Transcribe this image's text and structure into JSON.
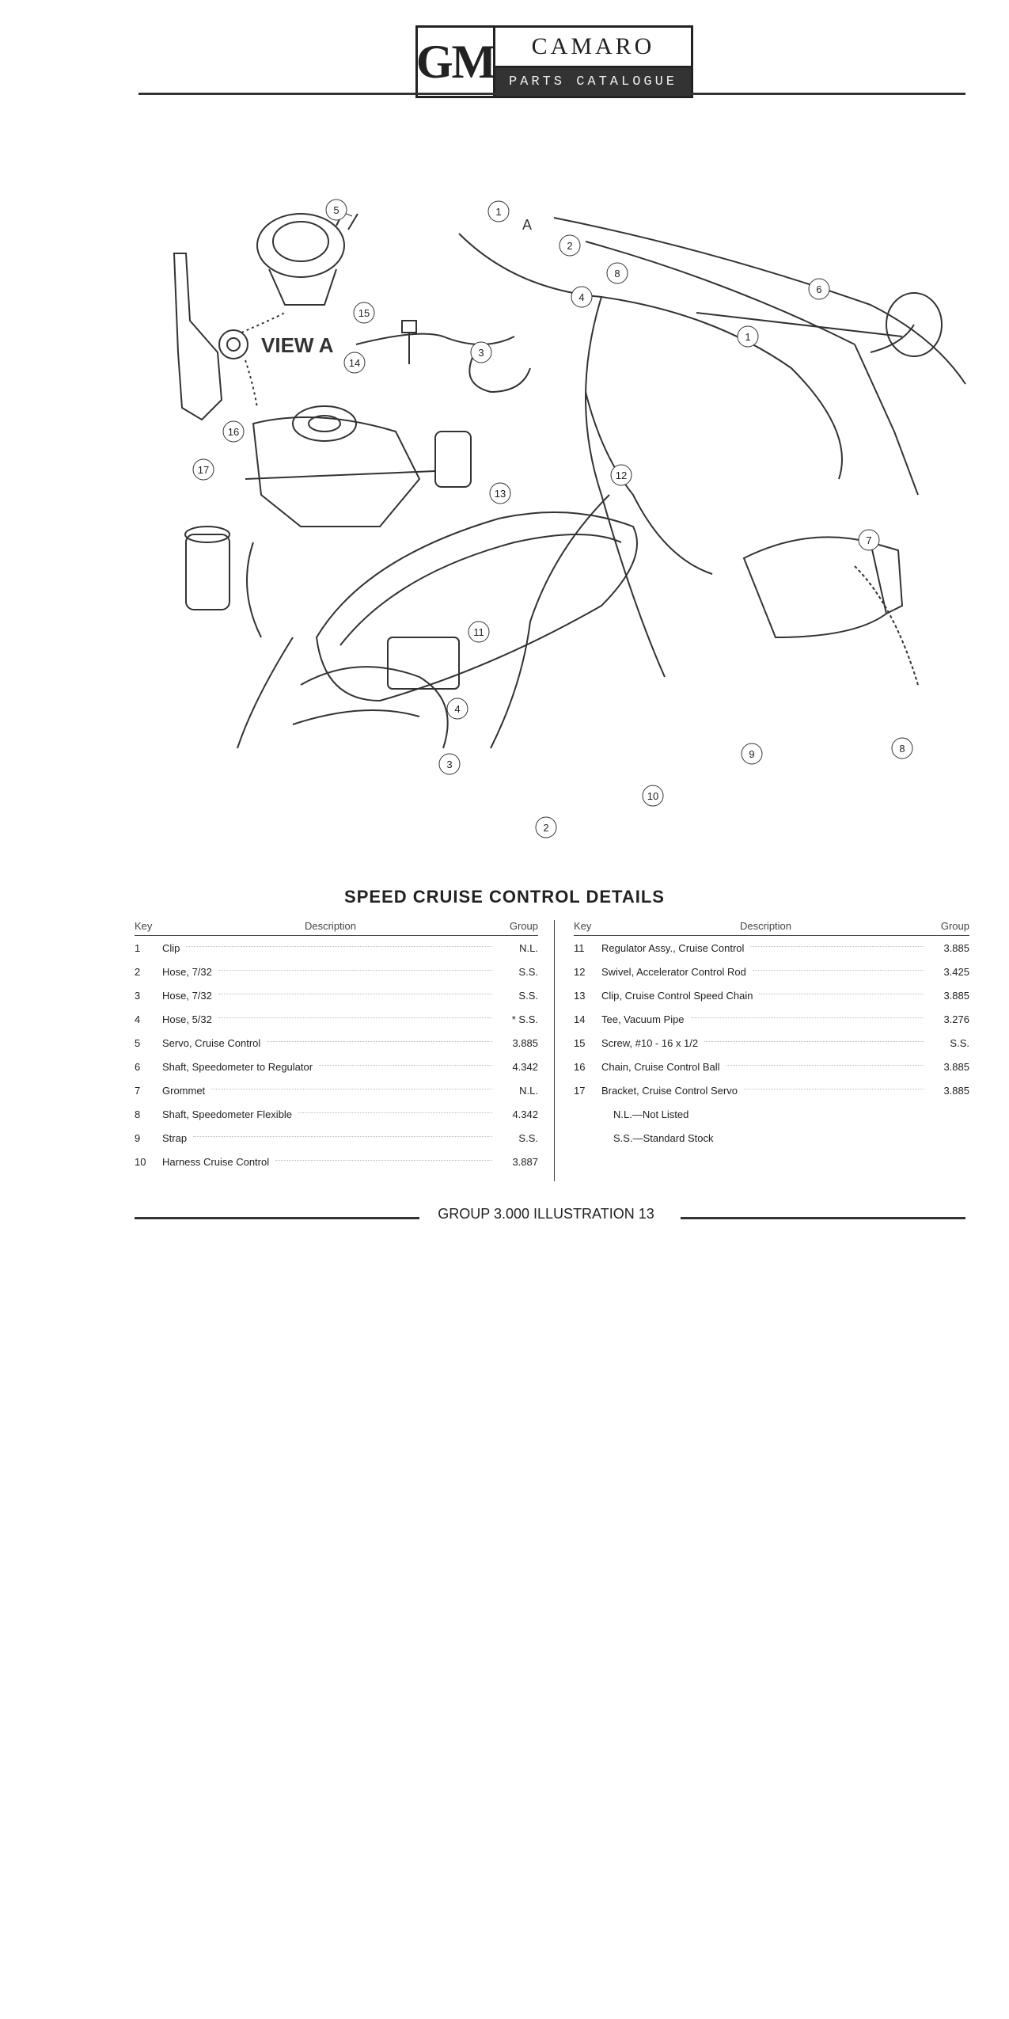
{
  "header": {
    "logo": "GM",
    "title": "CAMARO",
    "subtitle": "PARTS CATALOGUE"
  },
  "diagram": {
    "view_label": "VIEW A",
    "inset_label": "A",
    "callouts": [
      "1",
      "2",
      "3",
      "4",
      "5",
      "6",
      "7",
      "8",
      "9",
      "10",
      "11",
      "12",
      "13",
      "14",
      "15",
      "16",
      "17"
    ]
  },
  "table": {
    "title": "SPEED CRUISE CONTROL DETAILS",
    "headers": {
      "key": "Key",
      "description": "Description",
      "group": "Group"
    },
    "left_rows": [
      {
        "key": "1",
        "description": "Clip",
        "group": "N.L."
      },
      {
        "key": "2",
        "description": "Hose, 7/32",
        "group": "S.S."
      },
      {
        "key": "3",
        "description": "Hose, 7/32",
        "group": "S.S."
      },
      {
        "key": "4",
        "description": "Hose, 5/32",
        "group": "* S.S."
      },
      {
        "key": "5",
        "description": "Servo, Cruise Control",
        "group": "3.885"
      },
      {
        "key": "6",
        "description": "Shaft, Speedometer to Regulator",
        "group": "4.342"
      },
      {
        "key": "7",
        "description": "Grommet",
        "group": "N.L."
      },
      {
        "key": "8",
        "description": "Shaft, Speedometer Flexible",
        "group": "4.342"
      },
      {
        "key": "9",
        "description": "Strap",
        "group": "S.S."
      },
      {
        "key": "10",
        "description": "Harness Cruise Control",
        "group": "3.887"
      }
    ],
    "right_rows": [
      {
        "key": "11",
        "description": "Regulator Assy., Cruise Control",
        "group": "3.885"
      },
      {
        "key": "12",
        "description": "Swivel, Accelerator Control Rod",
        "group": "3.425"
      },
      {
        "key": "13",
        "description": "Clip, Cruise Control Speed Chain",
        "group": "3.885"
      },
      {
        "key": "14",
        "description": "Tee, Vacuum Pipe",
        "group": "3.276"
      },
      {
        "key": "15",
        "description": "Screw, #10 - 16 x 1/2",
        "group": "S.S."
      },
      {
        "key": "16",
        "description": "Chain, Cruise Control Ball",
        "group": "3.885"
      },
      {
        "key": "17",
        "description": "Bracket, Cruise Control Servo",
        "group": "3.885"
      }
    ],
    "notes": [
      "N.L.—Not Listed",
      "S.S.—Standard Stock"
    ]
  },
  "footer": {
    "label": "GROUP 3.000 ILLUSTRATION 13"
  }
}
